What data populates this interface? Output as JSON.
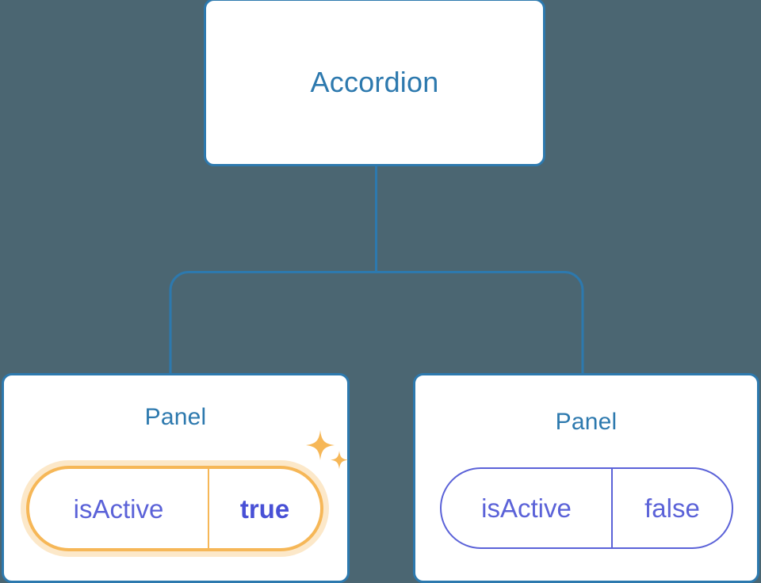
{
  "canvas": {
    "background_color": "#4b6672",
    "node_border_color": "#2d79ae",
    "node_text_color": "#2d79ae",
    "connector_color": "#2d79ae",
    "highlight_color": "#f6b757",
    "prop_text_color": "#5b62d8"
  },
  "tree": {
    "root": {
      "label": "Accordion"
    },
    "children": [
      {
        "label": "Panel",
        "highlighted": true,
        "prop": {
          "key": "isActive",
          "value": "true"
        },
        "decoration": "sparkles-icon"
      },
      {
        "label": "Panel",
        "highlighted": false,
        "prop": {
          "key": "isActive",
          "value": "false"
        }
      }
    ]
  }
}
